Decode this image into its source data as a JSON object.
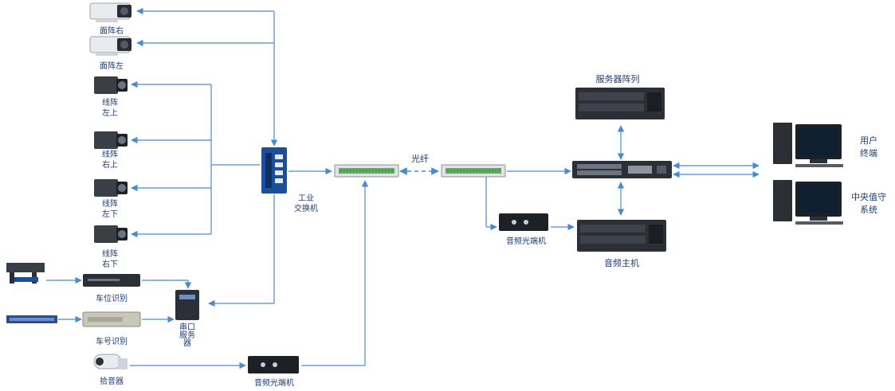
{
  "cameras": {
    "face_right": "面阵右",
    "face_left": "面阵左",
    "line_top_left": [
      "线阵",
      "左上"
    ],
    "line_top_right": [
      "线阵",
      "右上"
    ],
    "line_bottom_left": [
      "线阵",
      "左下"
    ],
    "line_bottom_right": [
      "线阵",
      "右下"
    ]
  },
  "devices": {
    "vehicle_position": "车位识别",
    "vehicle_number": "车号识别",
    "serial_server": [
      "串口",
      "服务",
      "器"
    ],
    "pickup": "拾音器",
    "audio_fiber_left": "音频光端机",
    "audio_fiber_right": "音频光端机",
    "industrial_switch": [
      "工业",
      "交换机"
    ],
    "fiber": "光纤",
    "server_array": "服务器阵列",
    "audio_host": "音频主机",
    "user_terminal": [
      "用户",
      "终端"
    ],
    "central_duty": [
      "中央值守",
      "系统"
    ]
  },
  "colors": {
    "line": "#4a8bd0",
    "label": "#1f3c73",
    "device_dark": "#2b2f36",
    "switch_blue": "#1b4f9c"
  }
}
